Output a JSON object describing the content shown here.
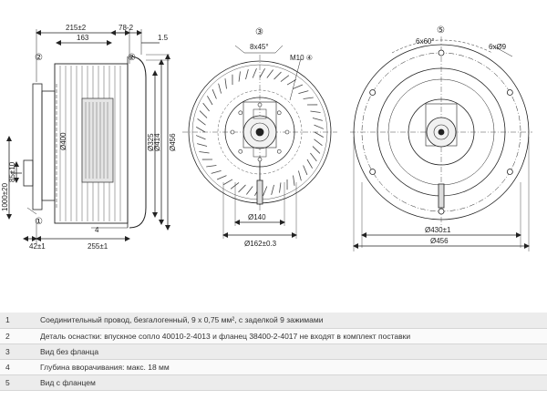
{
  "side_view": {
    "dim_overall": "215±2",
    "dim_hub": "163",
    "dim_right": "78-2",
    "dim_1_5": "1.5",
    "dim_d400": "Ø400",
    "dim_d325": "Ø325",
    "dim_d414": "Ø414",
    "dim_d456": "Ø456",
    "dim_4": "4",
    "dim_255": "255±1",
    "dim_42": "42±1",
    "dim_cable": "1000±20",
    "dim_85": "85±10",
    "callout_2": "②",
    "callout_1": "①"
  },
  "front_view": {
    "callout_3": "③",
    "bolt_pattern": "8x45°",
    "thread_label": "M10 ④",
    "dim_140": "Ø140",
    "dim_162": "Ø162±0.3"
  },
  "flange_view": {
    "callout_5": "⑤",
    "pattern_6x60": "6x60°",
    "pattern_6x9": "6xØ9",
    "dim_430": "Ø430±1",
    "dim_456": "Ø456"
  },
  "notes": [
    {
      "num": "1",
      "text": "Соединительный провод, безгалогенный, 9 x 0,75 мм², с заделкой 9 зажимами"
    },
    {
      "num": "2",
      "text": "Деталь оснастки: впускное сопло 40010-2-4013 и фланец 38400-2-4017 не входят в комплект поставки"
    },
    {
      "num": "3",
      "text": "Вид без фланца"
    },
    {
      "num": "4",
      "text": "Глубина вворачивания: макс. 18 мм"
    },
    {
      "num": "5",
      "text": "Вид с фланцем"
    }
  ]
}
